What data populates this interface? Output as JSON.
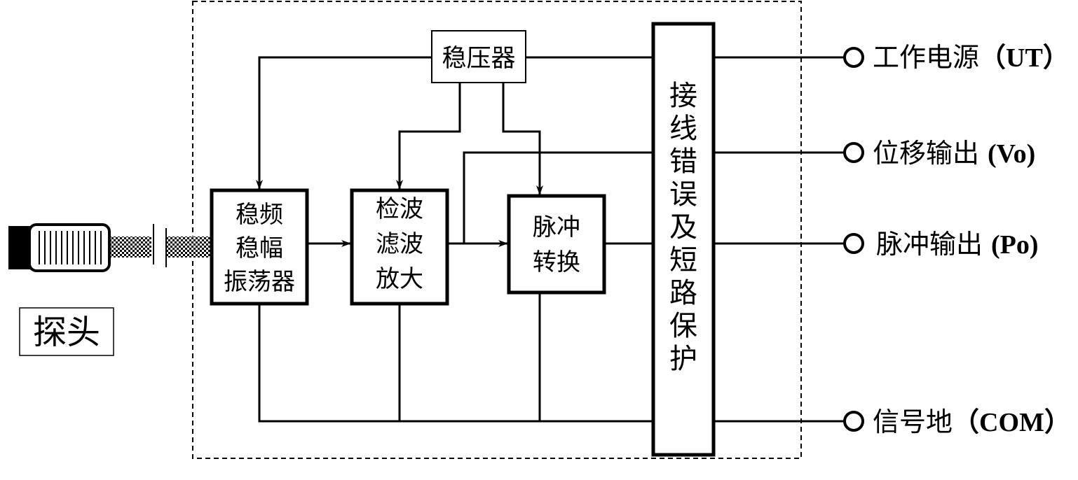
{
  "probe": {
    "label": "探头"
  },
  "regulator": {
    "label": "稳压器"
  },
  "oscillator": {
    "lines": [
      "稳频",
      "稳幅",
      "振荡器"
    ]
  },
  "detector": {
    "lines": [
      "检波",
      "滤波",
      "放大"
    ]
  },
  "pulse_converter": {
    "lines": [
      "脉冲",
      "转换"
    ]
  },
  "protection": {
    "chars": [
      "接",
      "线",
      "错",
      "误",
      "及",
      "短",
      "路",
      "保",
      "护"
    ]
  },
  "outputs": {
    "power": {
      "cn": "工作电源",
      "sym": "（UT）"
    },
    "displacement": {
      "cn": "位移输出",
      "sym": "(Vo)"
    },
    "pulse": {
      "cn": "脉冲输出",
      "sym": "(Po)"
    },
    "ground": {
      "cn": "信号地",
      "sym": "（COM）"
    }
  }
}
